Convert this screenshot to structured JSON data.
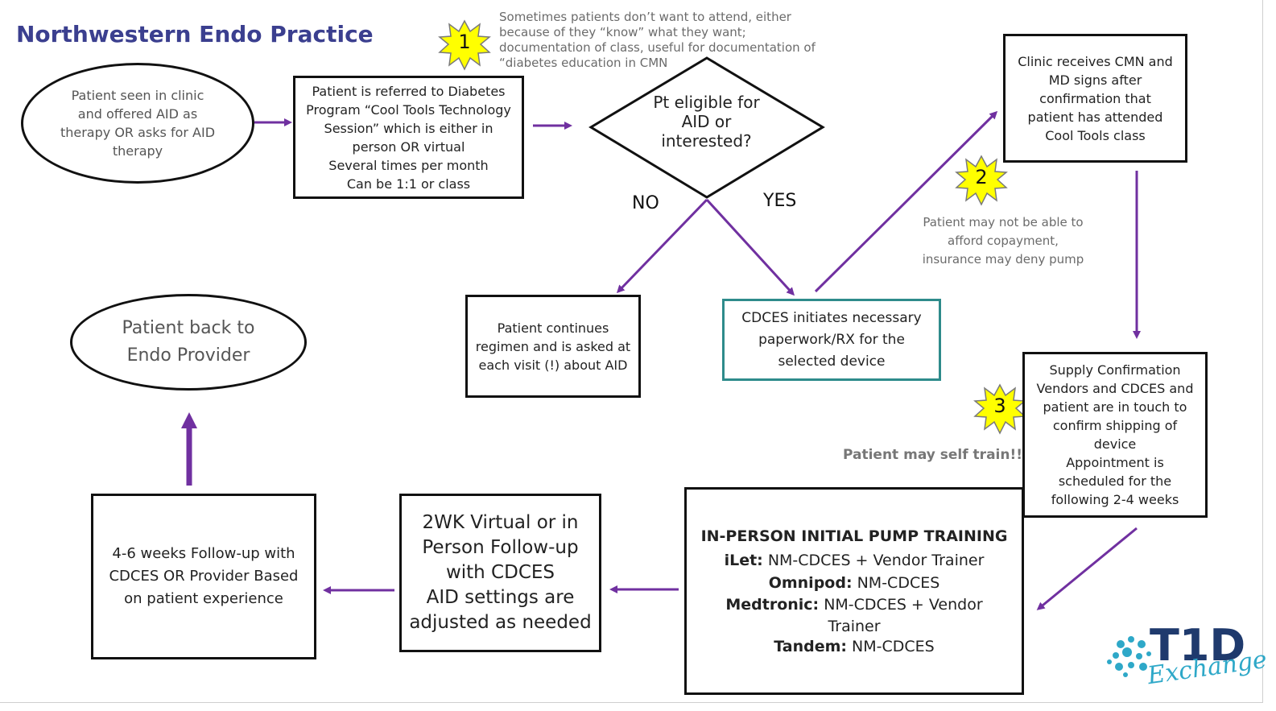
{
  "title": "Northwestern Endo Practice",
  "nodes": {
    "start": "Patient seen in clinic\nand offered AID as\ntherapy OR asks for AID\ntherapy",
    "referral": "Patient is referred to Diabetes\nProgram “Cool Tools Technology\nSession” which is either in\nperson OR virtual\nSeveral times per month\nCan be 1:1 or class",
    "decision": "Pt eligible for\nAID or\ninterested?",
    "no_label": "NO",
    "yes_label": "YES",
    "continue": "Patient continues\nregimen and is asked at\neach visit (!) about AID",
    "cdces": "CDCES initiates necessary\npaperwork/RX for the\nselected device",
    "cmn": "Clinic receives CMN and\nMD signs after\nconfirmation that\npatient has attended\nCool Tools class",
    "supply": "Supply Confirmation\nVendors and CDCES and\npatient are in touch to\nconfirm shipping of\ndevice\nAppointment is\nscheduled for the\nfollowing 2-4 weeks",
    "training_title": "IN-PERSON INITIAL PUMP TRAINING",
    "training_rows": [
      {
        "bold": "iLet:",
        "text": " NM-CDCES + Vendor Trainer"
      },
      {
        "bold": "Omnipod:",
        "text": " NM-CDCES"
      },
      {
        "bold": "Medtronic:",
        "text": " NM-CDCES + Vendor"
      },
      {
        "bold": "",
        "text": "Trainer"
      },
      {
        "bold": "Tandem:",
        "text": " NM-CDCES"
      }
    ],
    "followup_2wk": "2WK Virtual or in\nPerson Follow-up\nwith CDCES\nAID settings are\nadjusted as needed",
    "followup_46": "4-6 weeks Follow-up with\nCDCES OR Provider Based\non patient experience",
    "back": "Patient back to\nEndo Provider"
  },
  "notes": {
    "note1": "Sometimes patients don’t want to attend, either\nbecause of they “know” what they want;\ndocumentation of class, useful for documentation of\n“diabetes education in CMN",
    "note2": "Patient may not be able to\nafford copayment,\ninsurance may deny pump",
    "note3": "Patient may self train!!"
  },
  "stars": {
    "one": "1",
    "two": "2",
    "three": "3"
  },
  "logo": {
    "main": "T1D",
    "sub": "Exchange"
  },
  "colors": {
    "arrow": "#7030a0",
    "title": "#3b3f8f",
    "teal_border": "#2e8b8b",
    "star": "#ffff00",
    "note": "#6b6b6b"
  }
}
